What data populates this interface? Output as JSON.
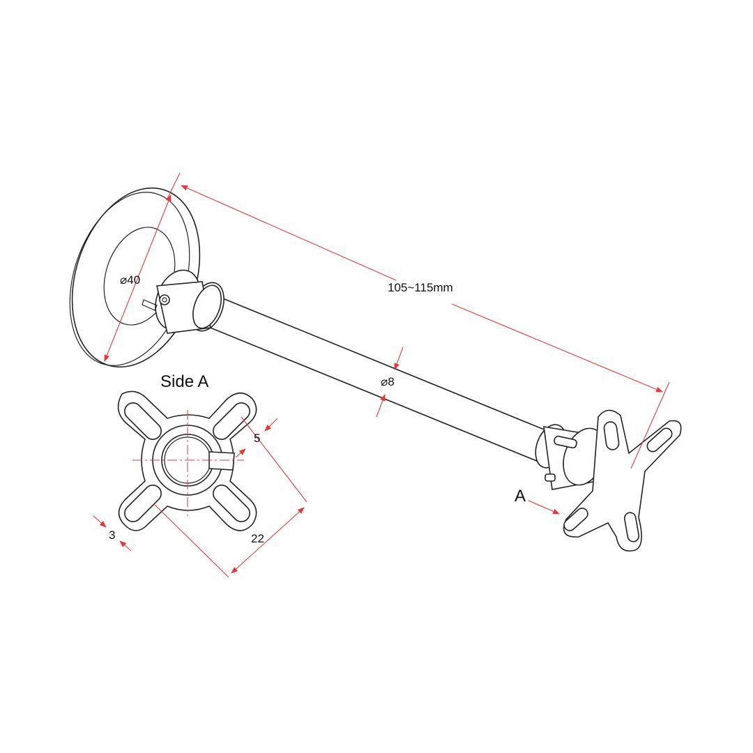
{
  "diagram": {
    "length_label": "105~115mm",
    "cup_diameter_label": "⌀40",
    "rod_diameter_label": "⌀8",
    "side_view_title": "Side A",
    "view_marker": "A",
    "slot_width_label": "5",
    "plate_edge_label": "3",
    "slot_spacing_label": "22"
  },
  "colors": {
    "line": "#222222",
    "dimension": "#e23a3a",
    "background": "#ffffff"
  }
}
